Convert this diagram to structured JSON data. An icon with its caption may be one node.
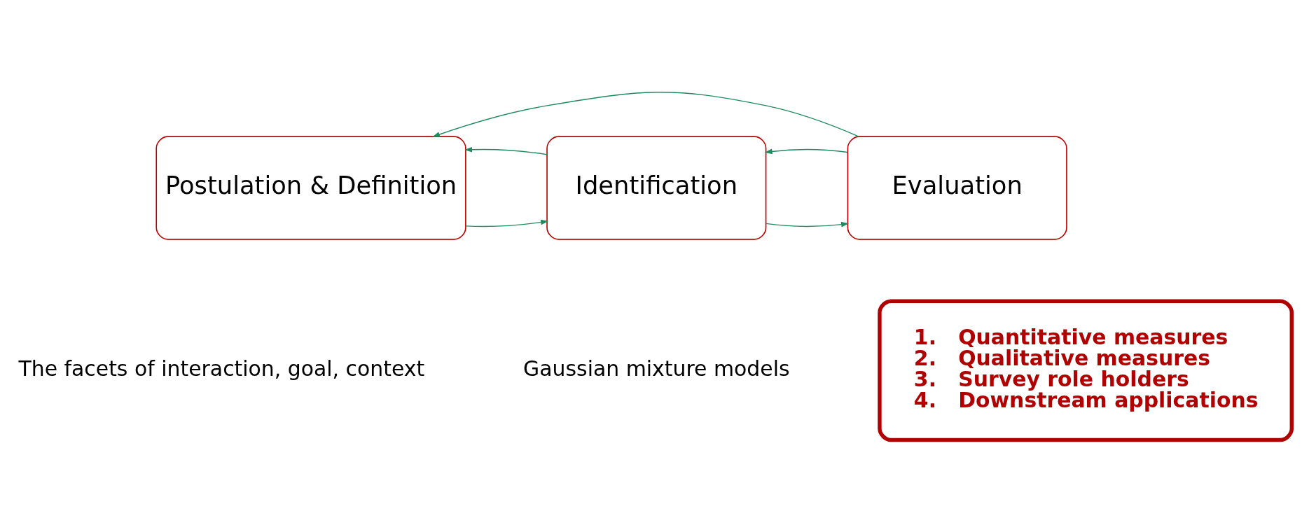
{
  "diagram": {
    "nodes": [
      {
        "text": [
          "Postulation & Definition"
        ]
      },
      {
        "text": [
          "Identification"
        ]
      },
      {
        "text": [
          "Evaluation"
        ]
      },
      {
        "text": [
          "1.   Quantitative measures",
          "2.   Qualitative measures",
          "3.   Survey role holders",
          "4.   Downstream applications"
        ]
      }
    ],
    "edges": [
      {
        "from": 0,
        "to": 1,
        "arrow": "to"
      },
      {
        "from": 1,
        "to": 0,
        "arrow": "to"
      },
      {
        "from": 1,
        "to": 2,
        "arrow": "to"
      },
      {
        "from": 2,
        "to": 1,
        "arrow": "to"
      },
      {
        "from": 2,
        "to": 0,
        "arrow": "to"
      }
    ],
    "labels": [
      "The facets of interaction, goal, context",
      "Gaussian mixture models"
    ]
  }
}
